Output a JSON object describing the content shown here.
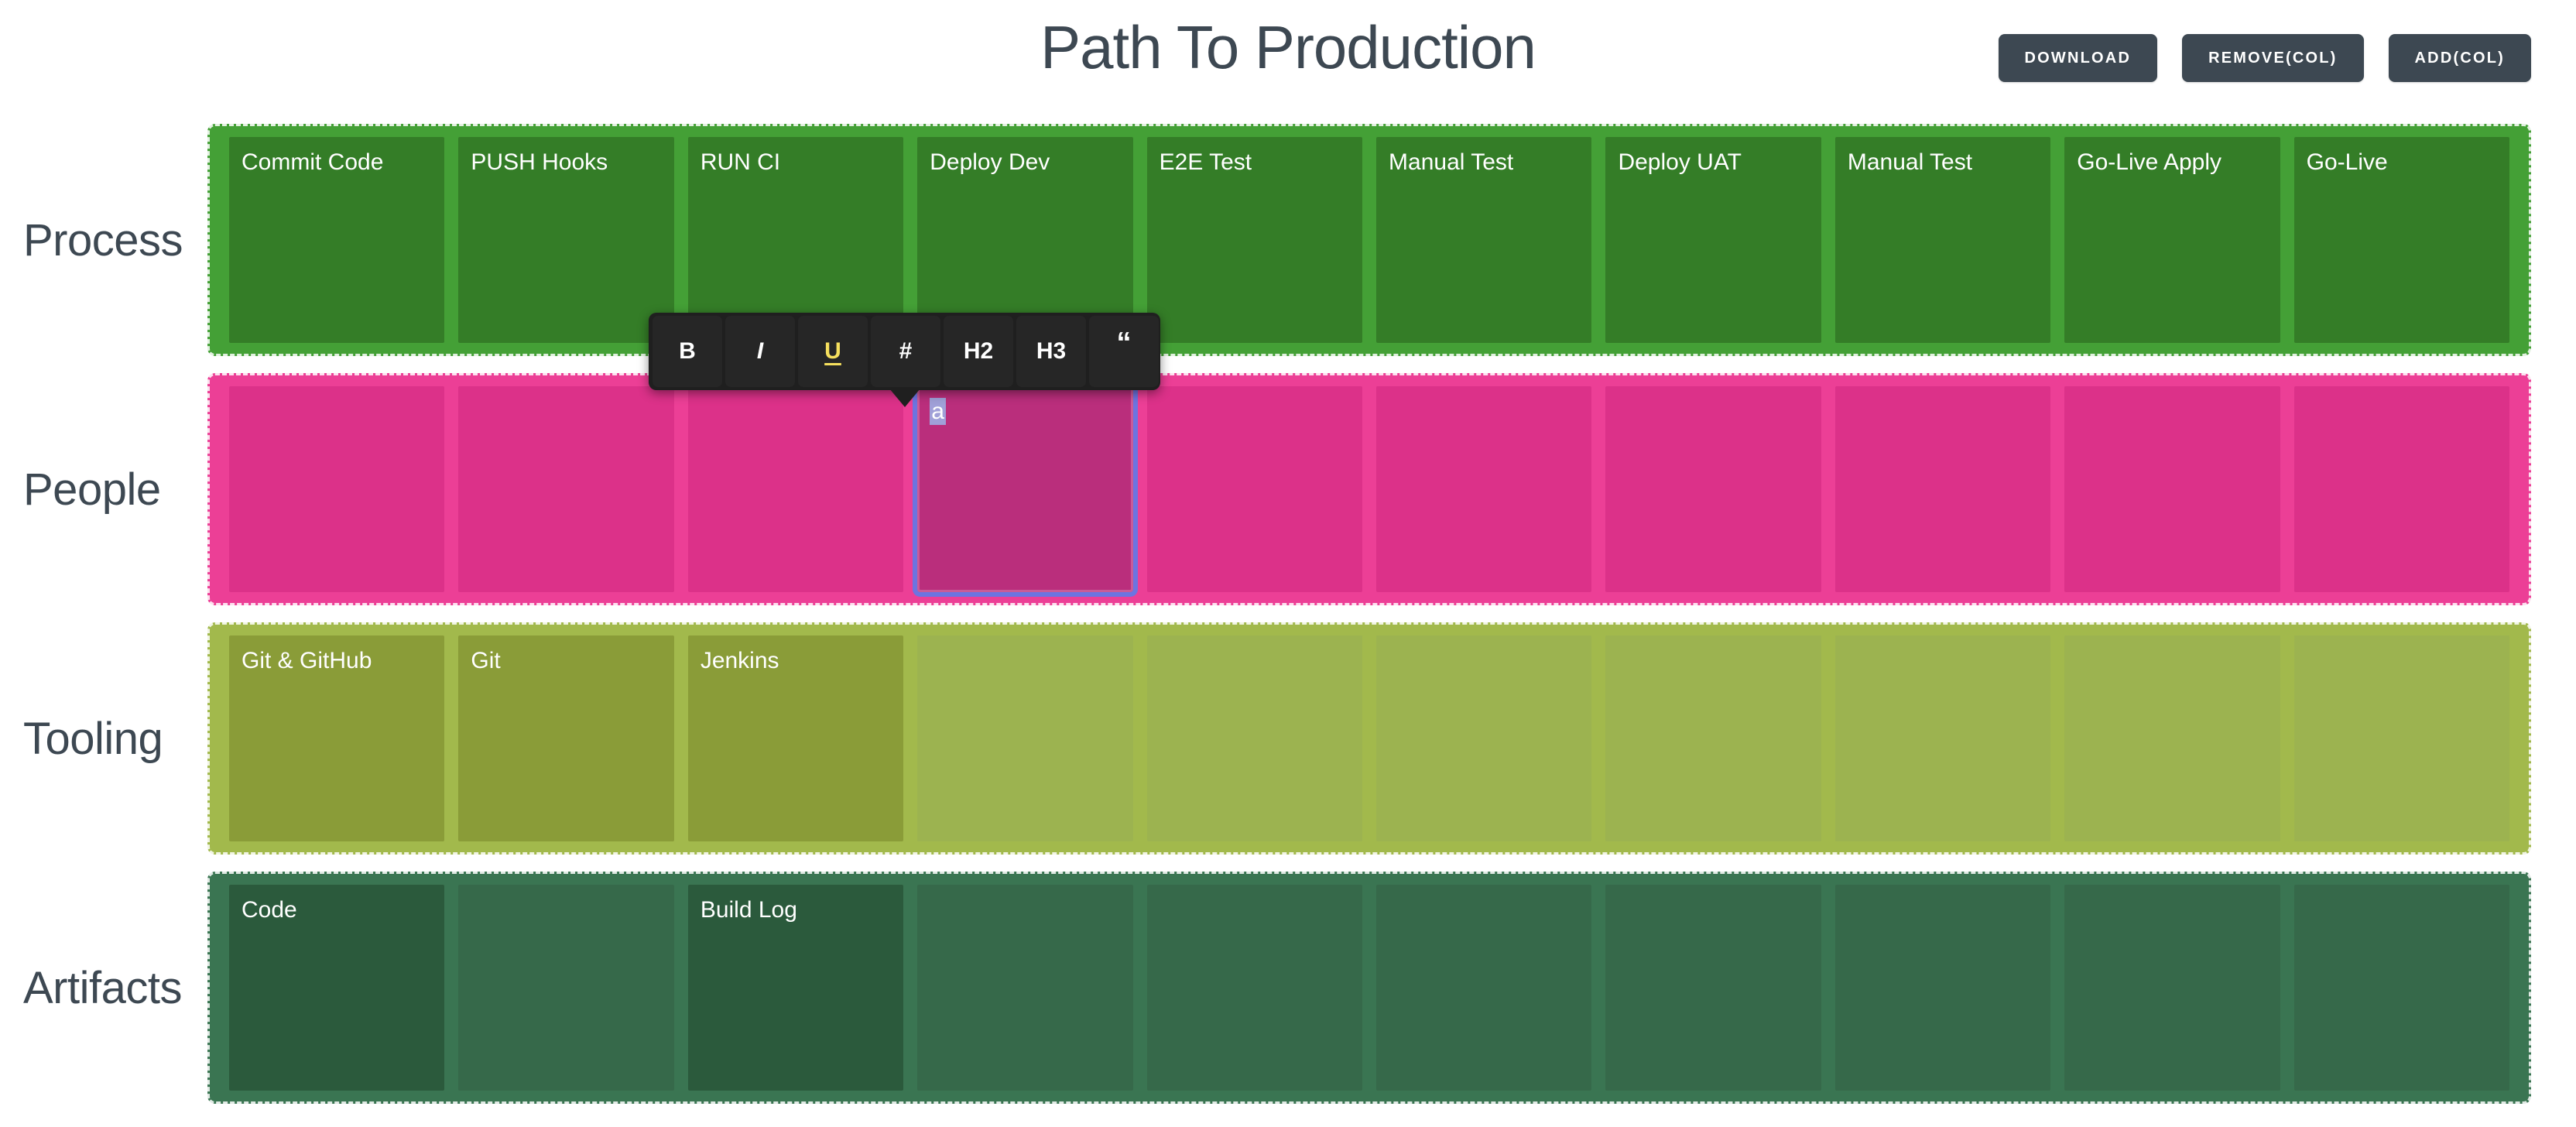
{
  "header": {
    "title": "Path To Production",
    "buttons": [
      {
        "label": "DOWNLOAD",
        "name": "download-button"
      },
      {
        "label": "REMOVE(COL)",
        "name": "remove-col-button"
      },
      {
        "label": "ADD(COL)",
        "name": "add-col-button"
      }
    ]
  },
  "colors": {
    "title": "#3d4852",
    "button_bg": "#3d4852",
    "process_track": "#44a036",
    "process_cell": "#347d27",
    "people_track": "#ec3f96",
    "people_cell": "#dc3189",
    "people_selected_cell": "#ba2e7c",
    "selection_ring": "#6d74e0",
    "tooling_track": "#a2b94c",
    "tooling_cell": "#8a9c38",
    "artifacts_track": "#3a7552",
    "artifacts_cell": "#2b5a3c",
    "toolbar_bg": "#1f1f1f",
    "toolbar_active": "#f6e05e",
    "text_selection": "#a0a0d8"
  },
  "board": {
    "column_count": 10,
    "rows": [
      {
        "label": "Process",
        "name": "row-process",
        "cells": [
          "Commit Code",
          "PUSH Hooks",
          "RUN CI",
          "Deploy Dev",
          "E2E Test",
          "Manual Test",
          "Deploy UAT",
          "Manual Test",
          "Go-Live Apply",
          "Go-Live"
        ]
      },
      {
        "label": "People",
        "name": "row-people",
        "selected_index": 3,
        "cells": [
          "",
          "",
          "",
          "a",
          "",
          "",
          "",
          "",
          "",
          ""
        ]
      },
      {
        "label": "Tooling",
        "name": "row-tooling",
        "cells": [
          "Git & GitHub",
          "Git",
          "Jenkins",
          "",
          "",
          "",
          "",
          "",
          "",
          ""
        ]
      },
      {
        "label": "Artifacts",
        "name": "row-artifacts",
        "cells": [
          "Code",
          "",
          "Build Log",
          "",
          "",
          "",
          "",
          "",
          "",
          ""
        ]
      }
    ]
  },
  "format_toolbar": {
    "visible": true,
    "anchored_to": "people-row-cell-4",
    "buttons": [
      {
        "label": "B",
        "name": "bold-button",
        "style": "bold",
        "active": false
      },
      {
        "label": "I",
        "name": "italic-button",
        "style": "italic",
        "active": false
      },
      {
        "label": "U",
        "name": "underline-button",
        "style": "bold",
        "active": true
      },
      {
        "label": "#",
        "name": "heading-button",
        "style": "bold",
        "active": false
      },
      {
        "label": "H2",
        "name": "h2-button",
        "style": "bold",
        "active": false
      },
      {
        "label": "H3",
        "name": "h3-button",
        "style": "bold",
        "active": false
      },
      {
        "label": "“",
        "name": "blockquote-button",
        "style": "quote",
        "active": false
      }
    ]
  }
}
